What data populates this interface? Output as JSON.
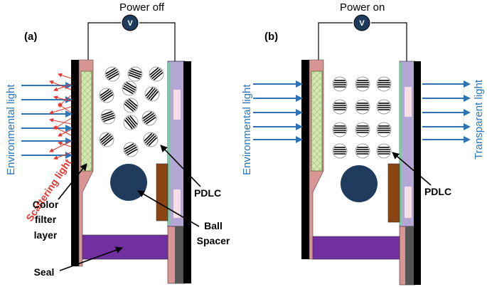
{
  "panel_a": {
    "letter": "(a)",
    "power": "Power off",
    "meter": "V",
    "incoming": "Environmental light",
    "outgoing": "Scattering light",
    "labels": {
      "color_filter": [
        "Color",
        "filter",
        "layer"
      ],
      "ball_spacer": [
        "Ball",
        "Spacer"
      ],
      "pdlc": "PDLC",
      "seal": "Seal"
    }
  },
  "panel_b": {
    "letter": "(b)",
    "power": "Power on",
    "meter": "V",
    "incoming": "Environmental light",
    "outgoing": "Transparent light",
    "labels": {
      "pdlc": "PDLC"
    }
  },
  "colors": {
    "arrow_blue": "#2e75b6",
    "scatter_red": "#e8342f",
    "pink_substrate": "#d99594",
    "filter_green": "#d4e8b4",
    "lavender_electrode": "#b4a7d6",
    "ball_navy": "#1f3b5e",
    "seal_purple": "#7030a0",
    "spacer_brown": "#8b4513",
    "text_dark": "#000000"
  }
}
